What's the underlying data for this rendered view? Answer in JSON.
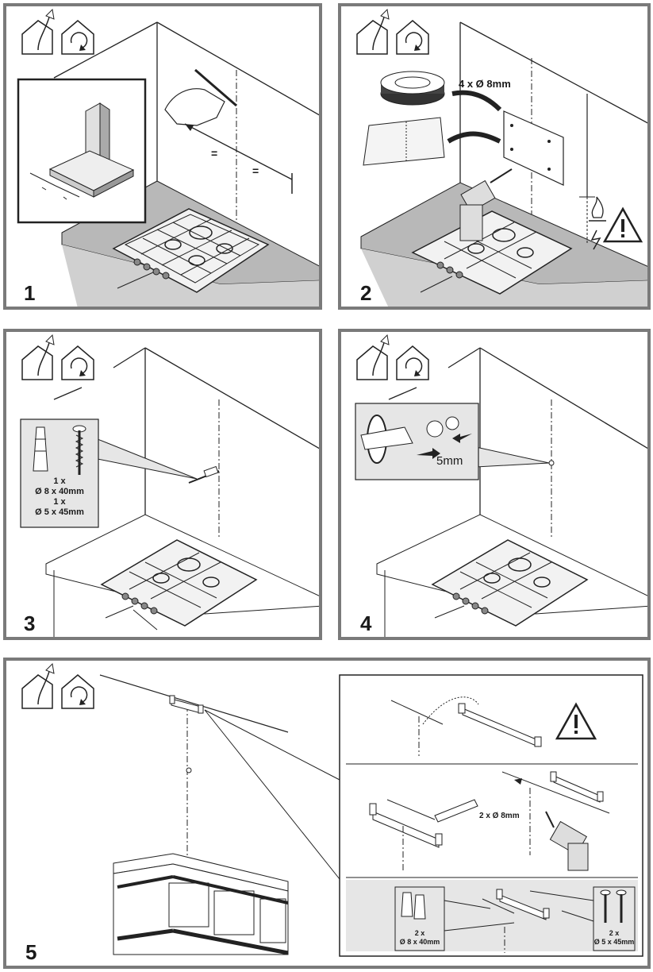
{
  "steps": [
    {
      "number": "1"
    },
    {
      "number": "2",
      "annotations": {
        "holes": "4 x Ø 8mm"
      }
    },
    {
      "number": "3",
      "parts": {
        "plug_qty": "1 x",
        "plug_size": "Ø 8 x 40mm",
        "screw_qty": "1 x",
        "screw_size": "Ø 5 x 45mm"
      }
    },
    {
      "number": "4",
      "annotations": {
        "gap": "5mm"
      }
    },
    {
      "number": "5",
      "annotations": {
        "drill": "2 x Ø 8mm"
      },
      "parts": {
        "plug_qty": "2 x",
        "plug_size": "Ø 8 x 40mm",
        "screw_qty": "2 x",
        "screw_size": "Ø 5 x 45mm"
      }
    }
  ],
  "icons": [
    "ducted-hood-icon",
    "recirculation-icon",
    "warning-icon",
    "flame-icon",
    "electric-icon"
  ],
  "colors": {
    "frame": "#7a7a7a",
    "worktop": "#b8b8b8",
    "worktop_front": "#9a9a9a",
    "cabinet": "#d0d0d0",
    "inset_bg": "#e6e6e6"
  }
}
